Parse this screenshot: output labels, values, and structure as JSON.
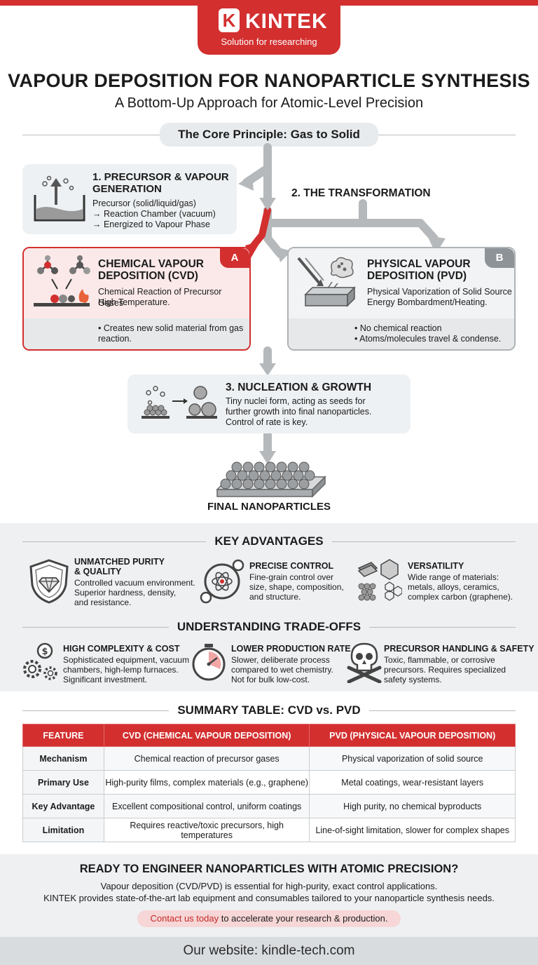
{
  "brand": {
    "logo_letter": "K",
    "name": "KINTEK",
    "tagline": "Solution for researching"
  },
  "title": "VAPOUR DEPOSITION FOR NANOPARTICLE SYNTHESIS",
  "subtitle": "A Bottom-Up Approach for Atomic-Level Precision",
  "core_principle": "The Core Principle: Gas to Solid",
  "step1": {
    "title_line1": "1. PRECURSOR & VAPOUR",
    "title_line2": "GENERATION",
    "lines": [
      "Precursor (solid/liquid/gas)",
      "→ Reaction Chamber (vacuum)",
      "→ Energized to Vapour Phase"
    ]
  },
  "step2_label": "2. THE TRANSFORMATION",
  "cvd": {
    "badge": "A",
    "title_line1": "CHEMICAL VAPOUR",
    "title_line2": "DEPOSITION (CVD)",
    "desc_line1": "Chemical Reaction of Precursor Gases",
    "desc_line2": "High Temperature.",
    "bullet_line1": "• Creates new solid material from gas",
    "bullet_line2": "reaction."
  },
  "pvd": {
    "badge": "B",
    "title_line1": "PHYSICAL VAPOUR",
    "title_line2": "DEPOSITION (PVD)",
    "desc_line1": "Physical Vaporization of Solid Source",
    "desc_line2": "Energy Bombardment/Heating.",
    "bullet_line1": "• No chemical reaction",
    "bullet_line2": "• Atoms/molecules travel & condense."
  },
  "step3": {
    "title": "3. NUCLEATION & GROWTH",
    "lines": [
      "Tiny nuclei form, acting as seeds for",
      "further growth into final nanoparticles.",
      "Control of rate is key."
    ]
  },
  "final_label": "FINAL NANOPARTICLES",
  "advantages": {
    "heading": "KEY ADVANTAGES",
    "items": [
      {
        "title_line1": "UNMATCHED PURITY",
        "title_line2": "& QUALITY",
        "lines": [
          "Controlled vacuum environment.",
          "Superior hardness, density,",
          "and resistance."
        ]
      },
      {
        "title_line1": "PRECISE CONTROL",
        "title_line2": "",
        "lines": [
          "Fine-grain control over",
          "size, shape, composition,",
          "and structure."
        ]
      },
      {
        "title_line1": "VERSATILITY",
        "title_line2": "",
        "lines": [
          "Wide range of materials:",
          "metals, alloys, ceramics,",
          "complex carbon (graphene)."
        ]
      }
    ]
  },
  "tradeoffs": {
    "heading": "UNDERSTANDING TRADE-OFFS",
    "items": [
      {
        "title": "HIGH COMPLEXITY & COST",
        "lines": [
          "Sophisticated equipment, vacuum",
          "chambers, high-lemp furnaces.",
          "Significant investment."
        ]
      },
      {
        "title": "LOWER PRODUCTION RATE",
        "lines": [
          "Slower, deliberate process",
          "compared to wet chemistry.",
          "Not for bulk low-cost."
        ]
      },
      {
        "title": "PRECURSOR HANDLING & SAFETY",
        "lines": [
          "Toxic, flammable, or corrosive",
          "precursors. Requires specialized",
          "safety systems."
        ]
      }
    ]
  },
  "summary": {
    "heading": "SUMMARY TABLE: CVD vs. PVD",
    "headers": [
      "FEATURE",
      "CVD (CHEMICAL VAPOUR DEPOSITION)",
      "PVD (PHYSICAL VAPOUR DEPOSITION)"
    ],
    "rows": [
      [
        "Mechanism",
        "Chemical reaction of precursor gases",
        "Physical vaporization of solid source"
      ],
      [
        "Primary Use",
        "High-purity films, complex materials (e.g., graphene)",
        "Metal coatings, wear-resistant layers"
      ],
      [
        "Key Advantage",
        "Excellent compositional control, uniform coatings",
        "High purity, no chemical byproducts"
      ],
      [
        "Limitation",
        "Requires reactive/toxic precursors, high temperatures",
        "Line-of-sight limitation, slower for complex shapes"
      ]
    ]
  },
  "cta": {
    "heading": "READY TO ENGINEER NANOPARTICLES WITH ATOMIC PRECISION?",
    "line1": "Vapour deposition (CVD/PVD) is essential for high-purity, exact control applications.",
    "line2": "KINTEK provides state-of-the-art lab equipment and consumables tailored to your nanoparticle synthesis needs.",
    "contact_link": "Contact us today",
    "contact_rest": " to accelerate your research & production."
  },
  "footer": "Our website: kindle-tech.com",
  "colors": {
    "accent": "#d32f2f",
    "panel": "#eef1f3",
    "cvd_bg": "#fbe9e9",
    "arrow": "#b5b9bc"
  }
}
